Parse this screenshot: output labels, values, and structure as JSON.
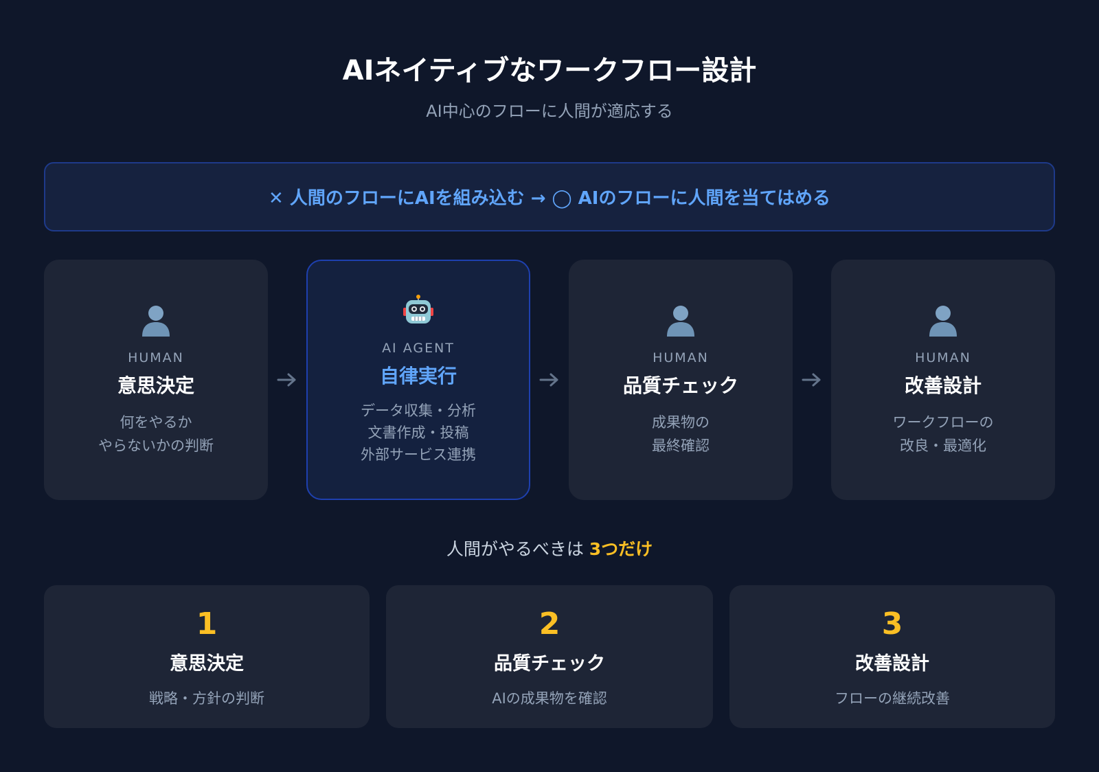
{
  "header": {
    "title": "AIネイティブなワークフロー設計",
    "subtitle": "AI中心のフローに人間が適応する"
  },
  "banner": {
    "text": "✕ 人間のフローにAIを組み込む → ◯ AIのフローに人間を当てはめる"
  },
  "steps": [
    {
      "role": "HUMAN",
      "name": "意思決定",
      "desc": "何をやるか\nやらないかの判断",
      "icon": "person-icon"
    },
    {
      "role": "AI AGENT",
      "name": "自律実行",
      "desc": "データ収集・分析\n文書作成・投稿\n外部サービス連携",
      "icon": "robot-icon"
    },
    {
      "role": "HUMAN",
      "name": "品質チェック",
      "desc": "成果物の\n最終確認",
      "icon": "person-icon"
    },
    {
      "role": "HUMAN",
      "name": "改善設計",
      "desc": "ワークフローの\n改良・最適化",
      "icon": "person-icon"
    }
  ],
  "summary": {
    "heading_prefix": "人間がやるべきは ",
    "heading_accent": "3つだけ",
    "cards": [
      {
        "num": "1",
        "name": "意思決定",
        "desc": "戦略・方針の判断"
      },
      {
        "num": "2",
        "name": "品質チェック",
        "desc": "AIの成果物を確認"
      },
      {
        "num": "3",
        "name": "改善設計",
        "desc": "フローの継続改善"
      }
    ]
  },
  "colors": {
    "background": "#0f172a",
    "card": "#1e2536",
    "accent_blue": "#60a5fa",
    "accent_yellow": "#fbbf24",
    "muted_text": "#94a3b8"
  }
}
